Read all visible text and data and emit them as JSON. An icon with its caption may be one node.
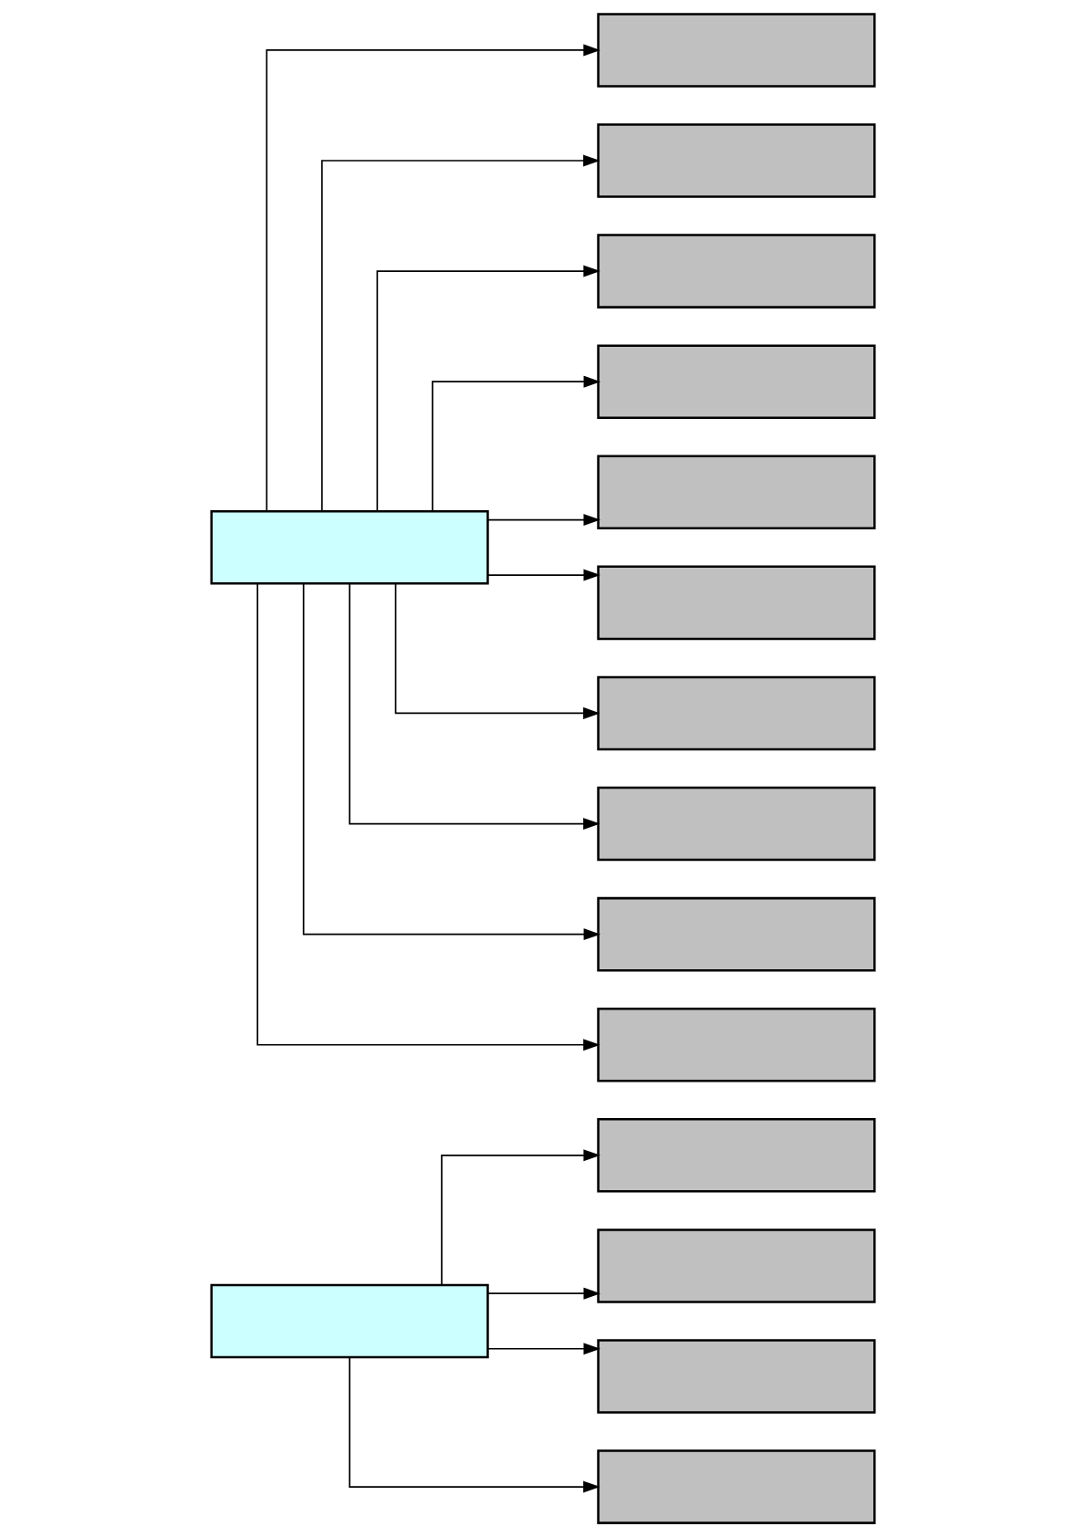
{
  "diagram": {
    "nodes": [
      {
        "text": [],
        "shape": "box"
      },
      {
        "text": [],
        "shape": "box"
      },
      {
        "text": [],
        "shape": "box"
      },
      {
        "text": [],
        "shape": "box"
      },
      {
        "text": [],
        "shape": "box"
      },
      {
        "text": [],
        "shape": "box"
      },
      {
        "text": [],
        "shape": "box"
      },
      {
        "text": [],
        "shape": "box"
      },
      {
        "text": [],
        "shape": "box"
      },
      {
        "text": [],
        "shape": "box"
      },
      {
        "text": [],
        "shape": "box"
      },
      {
        "text": [],
        "shape": "box"
      },
      {
        "text": [],
        "shape": "box"
      },
      {
        "text": [],
        "shape": "box"
      },
      {
        "text": [],
        "shape": "box"
      },
      {
        "text": [],
        "shape": "box"
      }
    ],
    "edges": [
      {
        "from": 0,
        "to": 1,
        "arrow": "to"
      },
      {
        "from": 0,
        "to": 2,
        "arrow": "to"
      },
      {
        "from": 0,
        "to": 3,
        "arrow": "to"
      },
      {
        "from": 0,
        "to": 4,
        "arrow": "to"
      },
      {
        "from": 5,
        "to": 6,
        "arrow": "to"
      },
      {
        "from": 5,
        "to": 7,
        "arrow": "to"
      },
      {
        "from": 5,
        "to": 8,
        "arrow": "to"
      },
      {
        "from": 5,
        "to": 9,
        "arrow": "to"
      },
      {
        "from": 5,
        "to": 10,
        "arrow": "to"
      },
      {
        "from": 5,
        "to": 11,
        "arrow": "to"
      },
      {
        "from": 5,
        "to": 12,
        "arrow": "to"
      },
      {
        "from": 5,
        "to": 13,
        "arrow": "to"
      },
      {
        "from": 5,
        "to": 14,
        "arrow": "to"
      },
      {
        "from": 5,
        "to": 15,
        "arrow": "to"
      }
    ]
  }
}
